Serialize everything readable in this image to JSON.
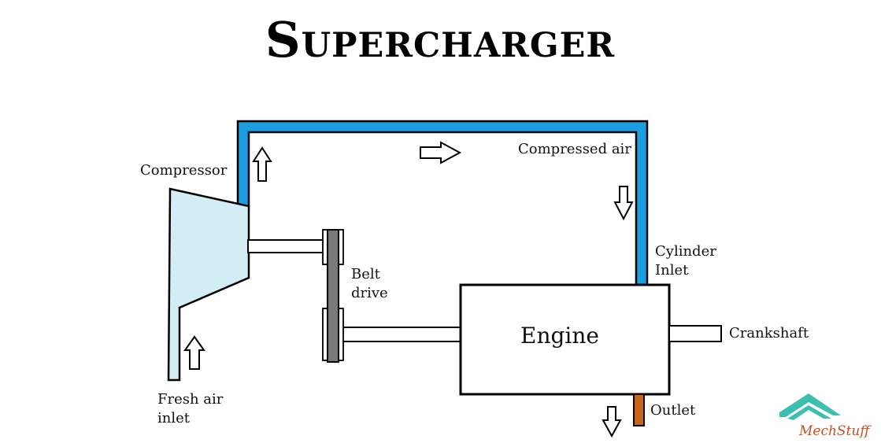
{
  "title": "Supercharger",
  "labels": {
    "compressor": "Compressor",
    "compressed_air": "Compressed air",
    "cylinder_inlet_1": "Cylinder",
    "cylinder_inlet_2": "Inlet",
    "belt_drive_1": "Belt",
    "belt_drive_2": "drive",
    "engine": "Engine",
    "crankshaft": "Crankshaft",
    "fresh_air_1": "Fresh air",
    "fresh_air_2": "inlet",
    "outlet": "Outlet"
  },
  "logo": {
    "text": "MechStuff"
  },
  "colors": {
    "duct": "#1b9ee0",
    "compressor_fill": "#d3edf5",
    "belt": "#7a7a7a",
    "outlet_pipe": "#c4651a",
    "logo_mountain": "#3cbfb0",
    "logo_text": "#c0522a"
  }
}
